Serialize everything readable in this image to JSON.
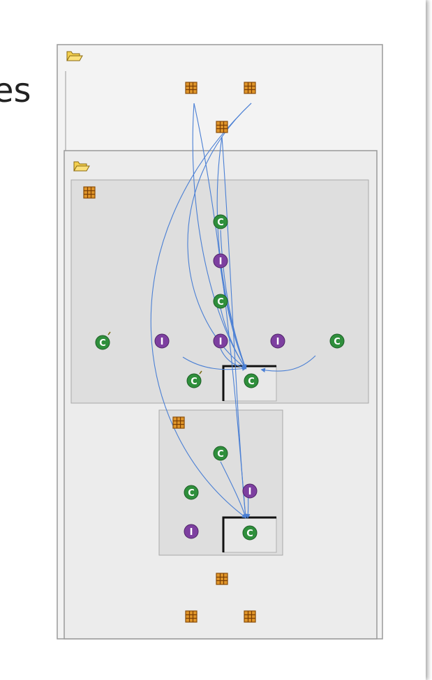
{
  "partial_text": "es",
  "colors": {
    "class_node": "#2e8b3a",
    "interface_node": "#7b3c9c",
    "package_icon": "#d68a1c",
    "edge": "#4a7fd4"
  },
  "node_letters": {
    "class": "C",
    "interface": "I"
  },
  "icons": {
    "folder": "folder-open-icon",
    "package": "package-icon",
    "class": "class-icon",
    "interface": "interface-icon"
  }
}
